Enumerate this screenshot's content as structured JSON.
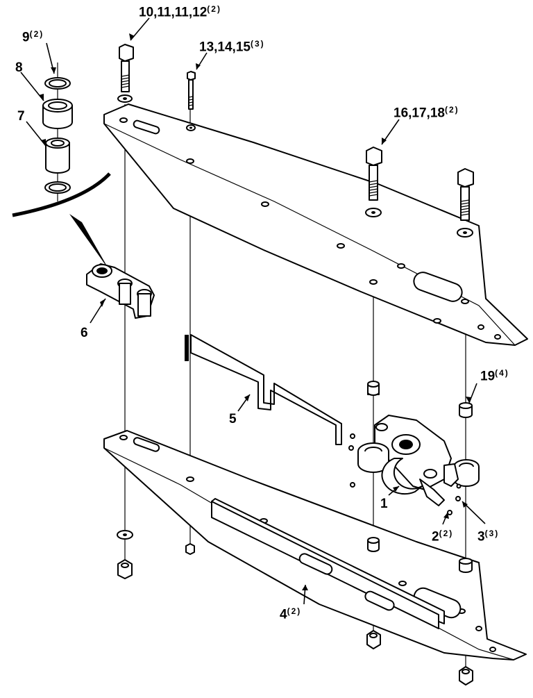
{
  "labels": {
    "l1": {
      "main": "1",
      "qty": ""
    },
    "l2": {
      "main": "2",
      "qty": "(2)"
    },
    "l3": {
      "main": "3",
      "qty": "(3)"
    },
    "l4": {
      "main": "4",
      "qty": "(2)"
    },
    "l5": {
      "main": "5",
      "qty": ""
    },
    "l6": {
      "main": "6",
      "qty": ""
    },
    "l7": {
      "main": "7",
      "qty": ""
    },
    "l8": {
      "main": "8",
      "qty": ""
    },
    "l9": {
      "main": "9",
      "qty": "(2)"
    },
    "l10": {
      "main": "10,11,11,12",
      "qty": "(2)"
    },
    "l13": {
      "main": "13,14,15",
      "qty": "(3)"
    },
    "l16": {
      "main": "16,17,18",
      "qty": "(2)"
    },
    "l19": {
      "main": "19",
      "qty": "(4)"
    }
  }
}
